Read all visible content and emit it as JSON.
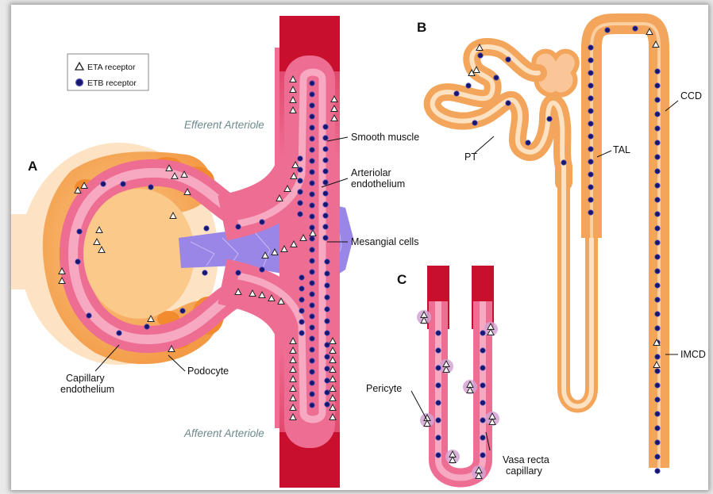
{
  "legend": {
    "eta": "ETA receptor",
    "etb": "ETB receptor"
  },
  "panels": {
    "a": "A",
    "b": "B",
    "c": "C"
  },
  "labels": {
    "efferent": "Efferent Arteriole",
    "afferent": "Afferent Arteriole",
    "smooth_muscle": "Smooth muscle",
    "arteriolar_endothelium_1": "Arteriolar",
    "arteriolar_endothelium_2": "endothelium",
    "mesangial": "Mesangial cells",
    "capillary_1": "Capillary",
    "capillary_2": "endothelium",
    "podocyte": "Podocyte",
    "pt": "PT",
    "tal": "TAL",
    "ccd": "CCD",
    "imcd": "IMCD",
    "pericyte": "Pericyte",
    "vasa_1": "Vasa recta",
    "vasa_2": "capillary"
  },
  "colors": {
    "vessel_dark": "#c8102e",
    "vessel_pink": "#ee6d93",
    "vessel_light": "#f7a9c2",
    "glomerulus": "#f7a25a",
    "tubule": "#f2a55b",
    "tubule_inner": "#fde1c0",
    "mesangial": "#9a86e6",
    "etb_dot": "#16166e",
    "pericyte": "#d4a3d3"
  }
}
